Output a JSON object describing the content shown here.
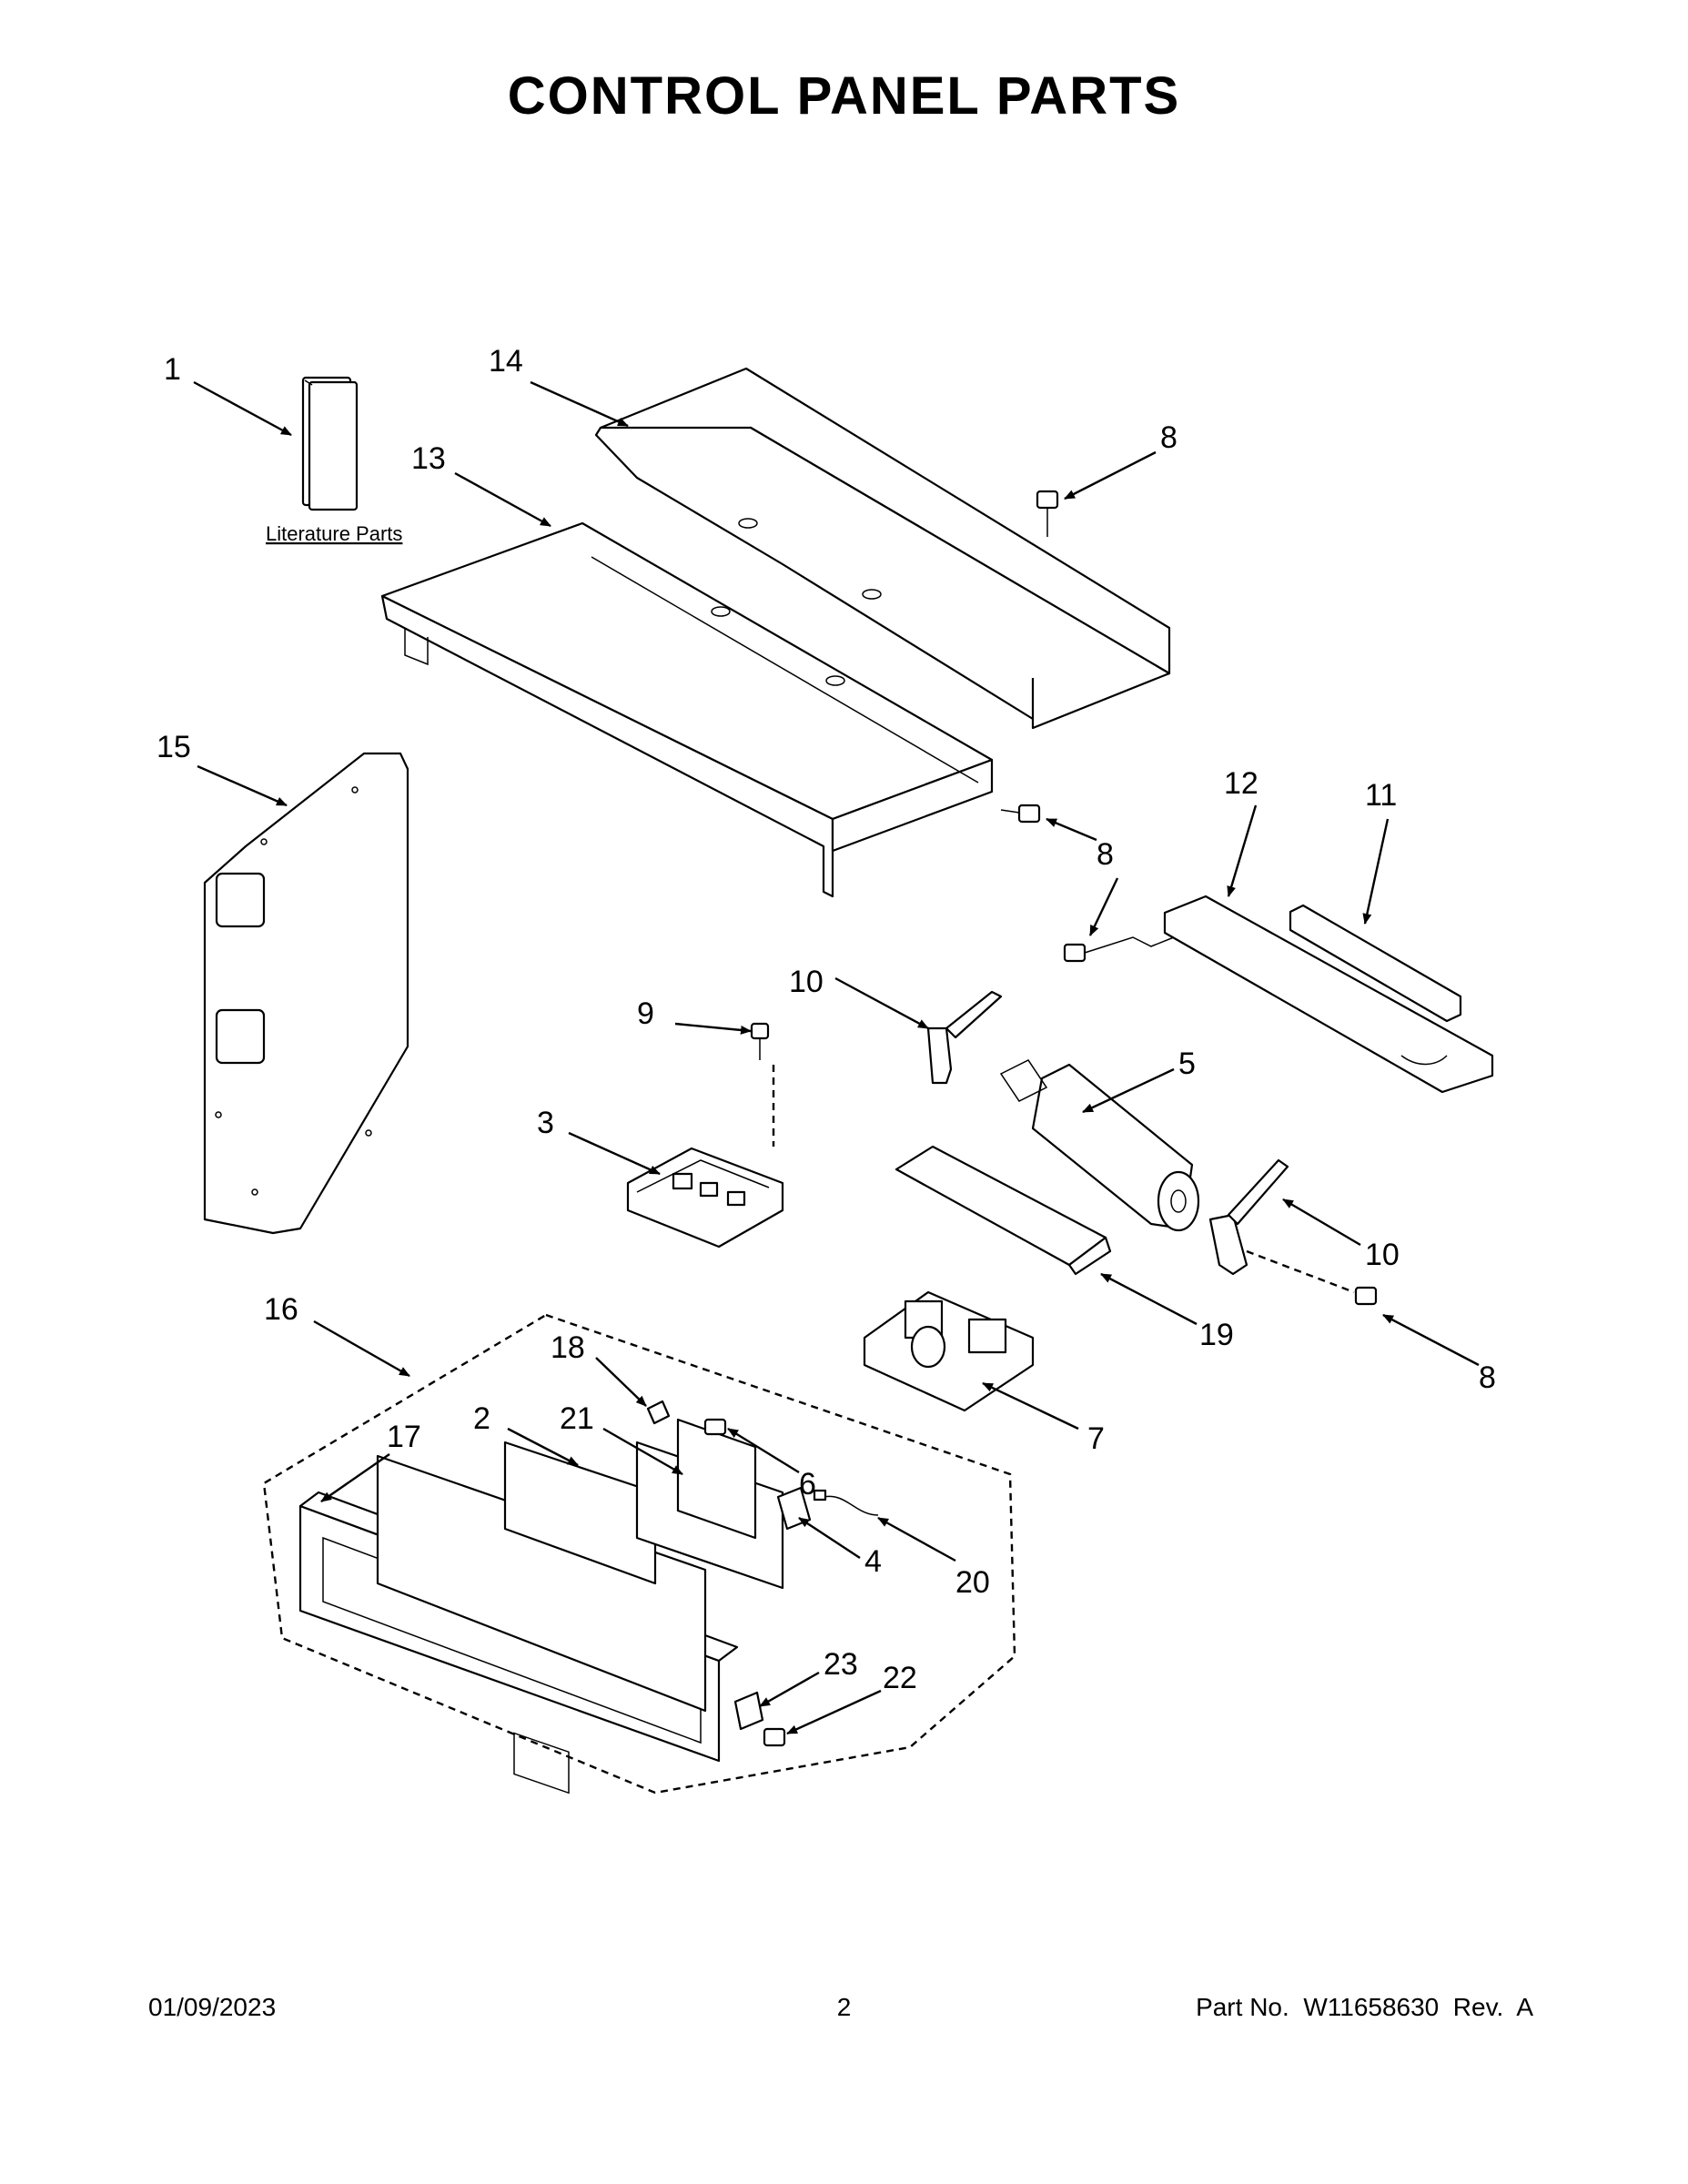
{
  "title": "CONTROL PANEL PARTS",
  "literature_label": "Literature Parts",
  "callouts": {
    "c1": "1",
    "c2": "2",
    "c3": "3",
    "c4": "4",
    "c5": "5",
    "c6": "6",
    "c7": "7",
    "c8a": "8",
    "c8b": "8",
    "c8c": "8",
    "c8d": "8",
    "c9": "9",
    "c10a": "10",
    "c10b": "10",
    "c11": "11",
    "c12": "12",
    "c13": "13",
    "c14": "14",
    "c15": "15",
    "c16": "16",
    "c17": "17",
    "c18": "18",
    "c19": "19",
    "c20": "20",
    "c21": "21",
    "c22": "22",
    "c23": "23"
  },
  "footer": {
    "date": "01/09/2023",
    "page": "2",
    "part_no": "Part No.  W11658630  Rev.  A"
  }
}
